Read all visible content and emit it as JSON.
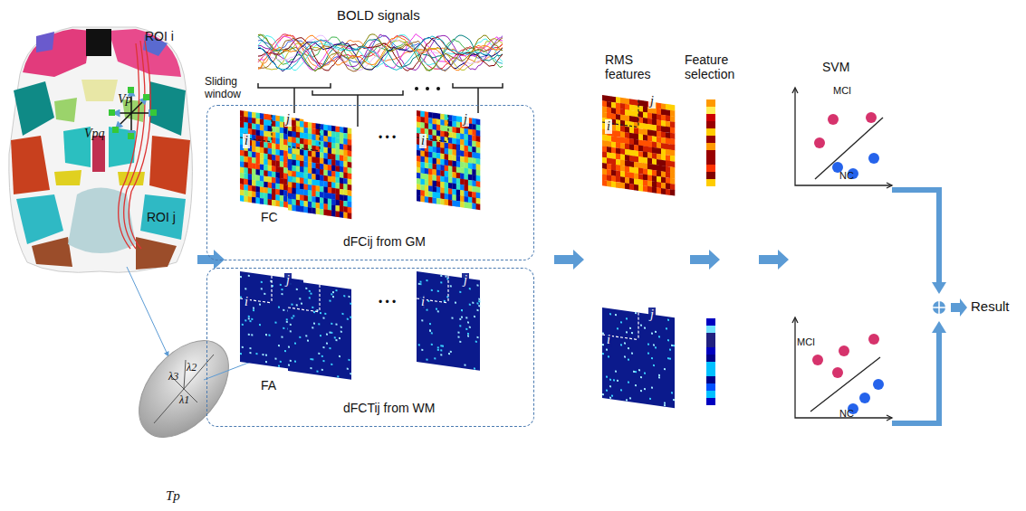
{
  "diagram": {
    "nodes": [
      {
        "text": [
          "dFCij from GM"
        ]
      },
      {
        "text": [
          "dFCTij from WM"
        ]
      },
      {
        "text": [
          "MCI",
          "NC"
        ]
      },
      {
        "text": [
          "MCI",
          "NC"
        ]
      }
    ],
    "labels": [
      "BOLD signals",
      "Sliding window",
      "i",
      "j",
      "FC",
      "• • •",
      "i",
      "j",
      "ROI i",
      "Vp",
      "Vpq",
      "ROI j",
      "λ3",
      "λ2",
      "λ1",
      "Tp",
      "i",
      "j",
      "FA",
      "• • •",
      "i",
      "j",
      "RMS features",
      "i",
      "j",
      "i",
      "j",
      "Feature selection",
      "SVM",
      "Result"
    ]
  }
}
